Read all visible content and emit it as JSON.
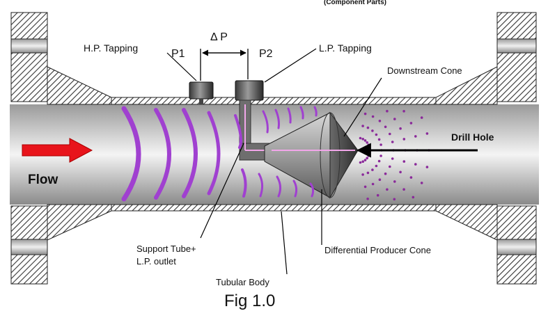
{
  "header_text": "(Component Parts)",
  "labels": {
    "hp_tapping": "H.P. Tapping",
    "lp_tapping": "L.P. Tapping",
    "p1": "P1",
    "p2": "P2",
    "delta_p": "Δ P",
    "downstream_cone": "Downstream Cone",
    "drill_hole": "Drill Hole",
    "flow": "Flow",
    "support_tube_line1": "Support Tube+",
    "support_tube_line2": "L.P. outlet",
    "differential_cone": "Differential Producer  Cone",
    "tubular_body": "Tubular Body"
  },
  "caption": "Fig 1.0",
  "colors": {
    "flow_arrow": "#e8141b",
    "wave": "#a040d0",
    "tube_highlight": "#f2a6ea",
    "dots": "#8a2a9a",
    "hatch": "#333333"
  }
}
